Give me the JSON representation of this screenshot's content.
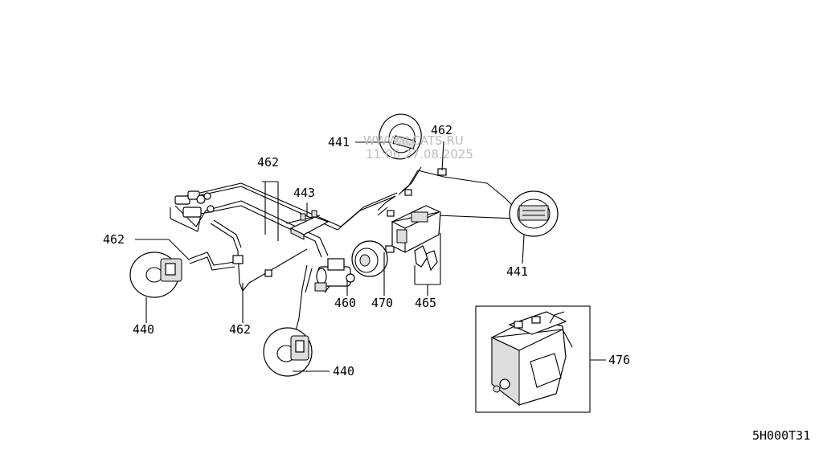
{
  "watermark": {
    "line1": "WWW.ILCATS.RU",
    "line2": "11:06 27.08.2025"
  },
  "labels": {
    "l441_top": "441",
    "l462_top_right": "462",
    "l462_center": "462",
    "l443": "443",
    "l462_left": "462",
    "l440_left": "440",
    "l462_bottom": "462",
    "l460": "460",
    "l470": "470",
    "l465": "465",
    "l441_right": "441",
    "l440_bottom": "440",
    "l476": "476"
  },
  "diagram_code": "5H000T31"
}
